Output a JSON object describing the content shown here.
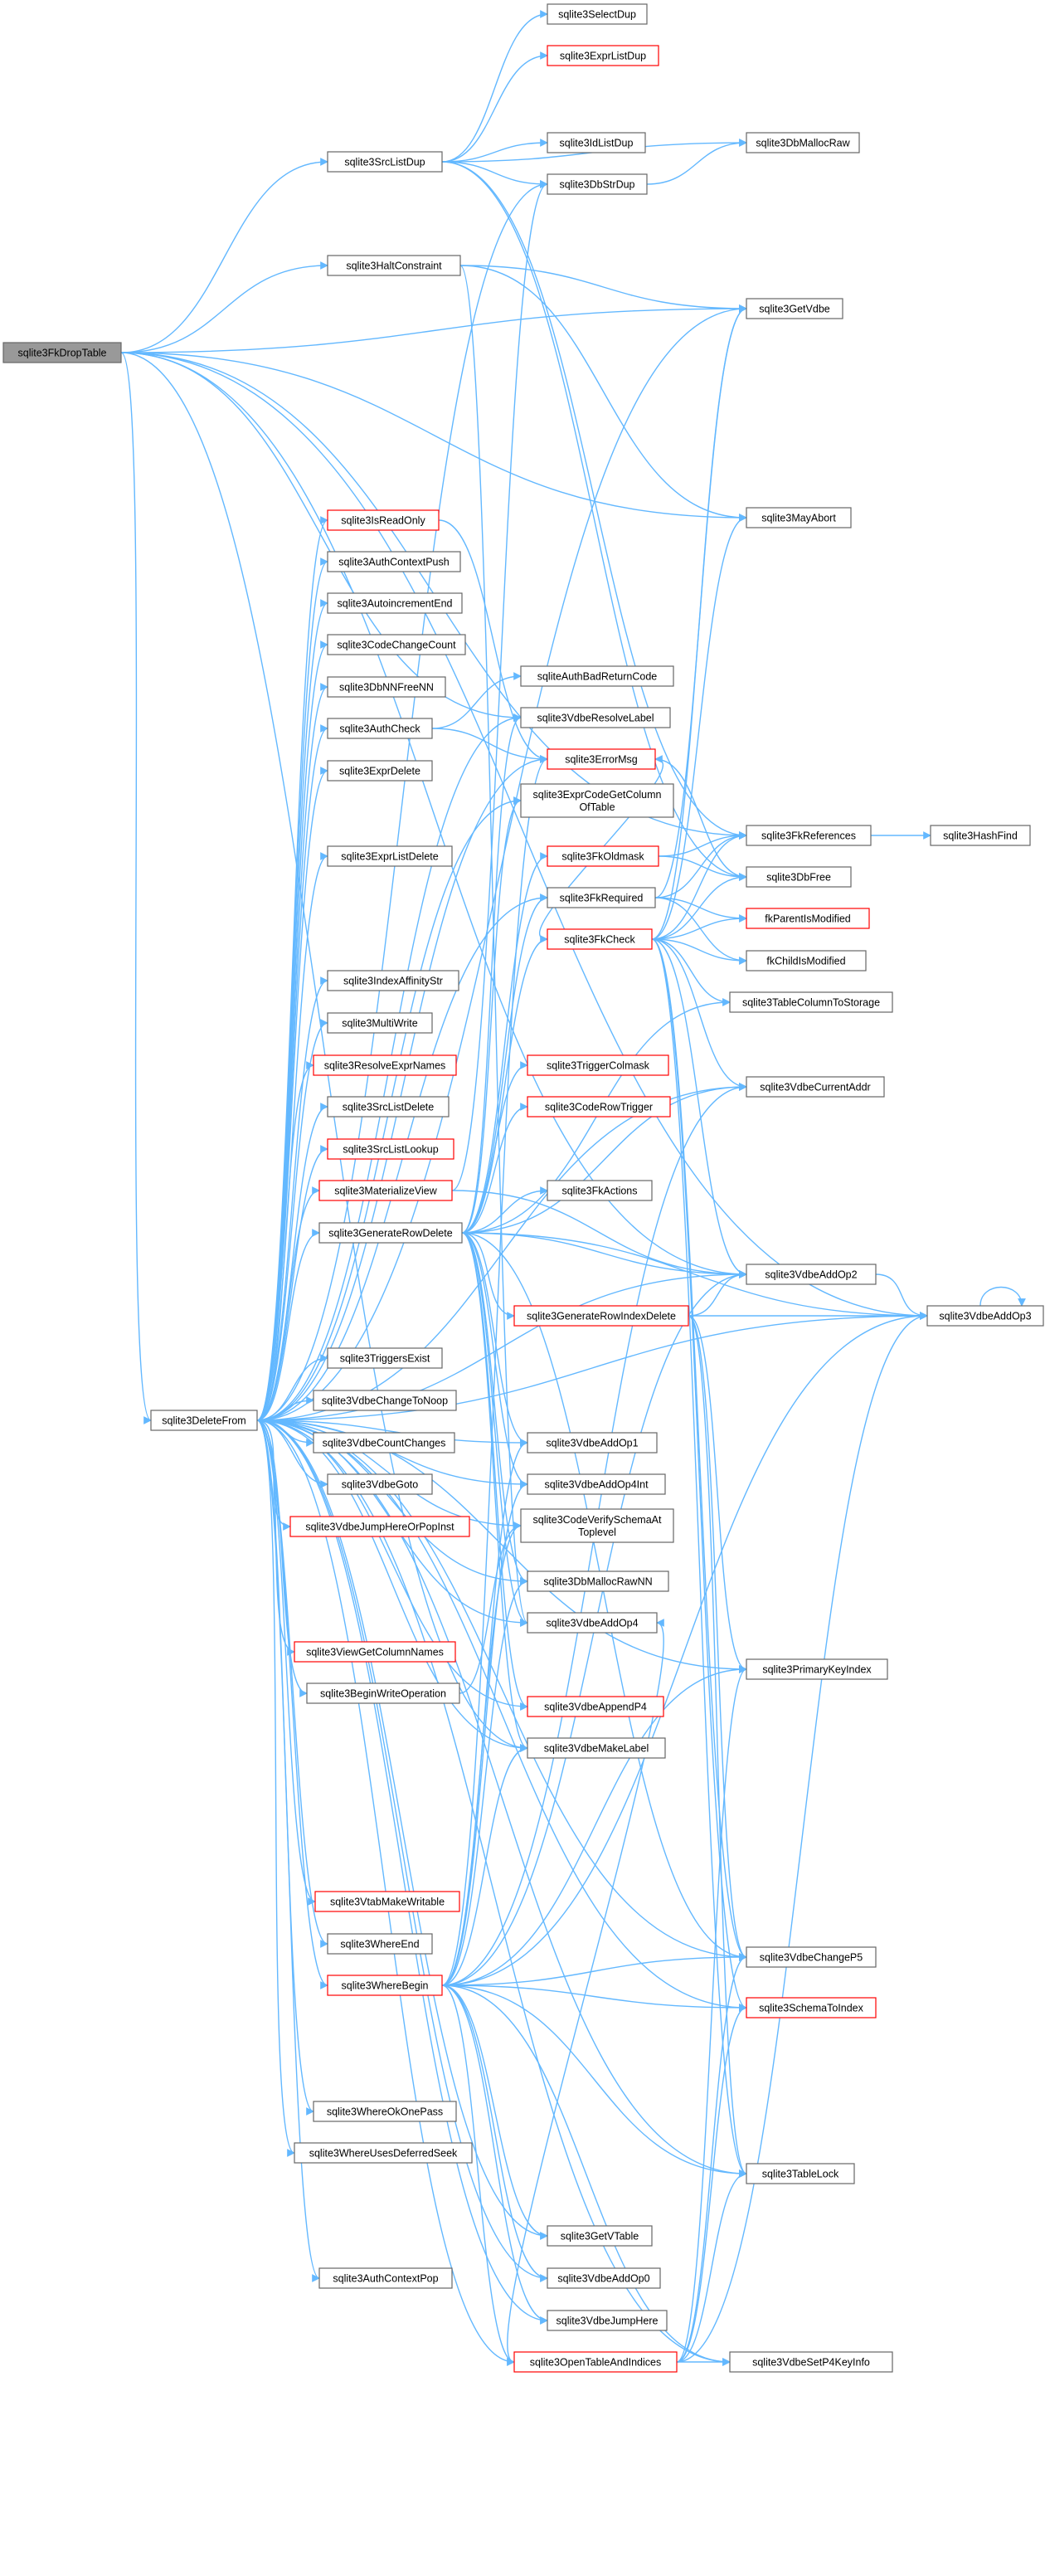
{
  "colors": {
    "edge": "#63b8ff",
    "border": "#666666",
    "highlight_border": "#ff0000",
    "root_fill": "#999999"
  },
  "nodes": [
    {
      "id": "root",
      "label": "sqlite3FkDropTable",
      "lines": [
        "sqlite3FkDropTable"
      ],
      "root": true
    },
    {
      "id": "srclistdup",
      "label": "sqlite3SrcListDup",
      "lines": [
        "sqlite3SrcListDup"
      ]
    },
    {
      "id": "haltconstraint",
      "label": "sqlite3HaltConstraint",
      "lines": [
        "sqlite3HaltConstraint"
      ]
    },
    {
      "id": "deletefrom",
      "label": "sqlite3DeleteFrom",
      "lines": [
        "sqlite3DeleteFrom"
      ]
    },
    {
      "id": "selectdup",
      "label": "sqlite3SelectDup",
      "lines": [
        "sqlite3SelectDup"
      ]
    },
    {
      "id": "exprlistdup",
      "label": "sqlite3ExprListDup",
      "lines": [
        "sqlite3ExprListDup"
      ],
      "red": true
    },
    {
      "id": "idlistdup",
      "label": "sqlite3IdListDup",
      "lines": [
        "sqlite3IdListDup"
      ]
    },
    {
      "id": "dbstrdup",
      "label": "sqlite3DbStrDup",
      "lines": [
        "sqlite3DbStrDup"
      ]
    },
    {
      "id": "dbmallocraw",
      "label": "sqlite3DbMallocRaw",
      "lines": [
        "sqlite3DbMallocRaw"
      ]
    },
    {
      "id": "getvdbe",
      "label": "sqlite3GetVdbe",
      "lines": [
        "sqlite3GetVdbe"
      ]
    },
    {
      "id": "mayabort",
      "label": "sqlite3MayAbort",
      "lines": [
        "sqlite3MayAbort"
      ]
    },
    {
      "id": "isreadonly",
      "label": "sqlite3IsReadOnly",
      "lines": [
        "sqlite3IsReadOnly"
      ],
      "red": true
    },
    {
      "id": "authcontextpush",
      "label": "sqlite3AuthContextPush",
      "lines": [
        "sqlite3AuthContextPush"
      ]
    },
    {
      "id": "autoincend",
      "label": "sqlite3AutoincrementEnd",
      "lines": [
        "sqlite3AutoincrementEnd"
      ]
    },
    {
      "id": "codechangecount",
      "label": "sqlite3CodeChangeCount",
      "lines": [
        "sqlite3CodeChangeCount"
      ]
    },
    {
      "id": "dbnnfreenn",
      "label": "sqlite3DbNNFreeNN",
      "lines": [
        "sqlite3DbNNFreeNN"
      ]
    },
    {
      "id": "authcheck",
      "label": "sqlite3AuthCheck",
      "lines": [
        "sqlite3AuthCheck"
      ]
    },
    {
      "id": "exprdelete",
      "label": "sqlite3ExprDelete",
      "lines": [
        "sqlite3ExprDelete"
      ]
    },
    {
      "id": "exprlistdelete",
      "label": "sqlite3ExprListDelete",
      "lines": [
        "sqlite3ExprListDelete"
      ]
    },
    {
      "id": "indexaffinitystr",
      "label": "sqlite3IndexAffinityStr",
      "lines": [
        "sqlite3IndexAffinityStr"
      ]
    },
    {
      "id": "multiwrite",
      "label": "sqlite3MultiWrite",
      "lines": [
        "sqlite3MultiWrite"
      ]
    },
    {
      "id": "resolveexprnames",
      "label": "sqlite3ResolveExprNames",
      "lines": [
        "sqlite3ResolveExprNames"
      ],
      "red": true
    },
    {
      "id": "srclistdelete",
      "label": "sqlite3SrcListDelete",
      "lines": [
        "sqlite3SrcListDelete"
      ]
    },
    {
      "id": "srclistlookup",
      "label": "sqlite3SrcListLookup",
      "lines": [
        "sqlite3SrcListLookup"
      ],
      "red": true
    },
    {
      "id": "materializeview",
      "label": "sqlite3MaterializeView",
      "lines": [
        "sqlite3MaterializeView"
      ],
      "red": true
    },
    {
      "id": "generaterowdelete",
      "label": "sqlite3GenerateRowDelete",
      "lines": [
        "sqlite3GenerateRowDelete"
      ]
    },
    {
      "id": "triggersexist",
      "label": "sqlite3TriggersExist",
      "lines": [
        "sqlite3TriggersExist"
      ]
    },
    {
      "id": "vdbechangetonoop",
      "label": "sqlite3VdbeChangeToNoop",
      "lines": [
        "sqlite3VdbeChangeToNoop"
      ]
    },
    {
      "id": "vdbecountchanges",
      "label": "sqlite3VdbeCountChanges",
      "lines": [
        "sqlite3VdbeCountChanges"
      ]
    },
    {
      "id": "vdbegoto",
      "label": "sqlite3VdbeGoto",
      "lines": [
        "sqlite3VdbeGoto"
      ]
    },
    {
      "id": "vdbejumphereorpopinst",
      "label": "sqlite3VdbeJumpHereOrPopInst",
      "lines": [
        "sqlite3VdbeJumpHereOrPopInst"
      ],
      "red": true
    },
    {
      "id": "viewgetcolumnnames",
      "label": "sqlite3ViewGetColumnNames",
      "lines": [
        "sqlite3ViewGetColumnNames"
      ],
      "red": true
    },
    {
      "id": "beginwriteoperation",
      "label": "sqlite3BeginWriteOperation",
      "lines": [
        "sqlite3BeginWriteOperation"
      ]
    },
    {
      "id": "vtabmakewritable",
      "label": "sqlite3VtabMakeWritable",
      "lines": [
        "sqlite3VtabMakeWritable"
      ],
      "red": true
    },
    {
      "id": "whereend",
      "label": "sqlite3WhereEnd",
      "lines": [
        "sqlite3WhereEnd"
      ]
    },
    {
      "id": "wherebegin",
      "label": "sqlite3WhereBegin",
      "lines": [
        "sqlite3WhereBegin"
      ],
      "red": true
    },
    {
      "id": "whereokonepass",
      "label": "sqlite3WhereOkOnePass",
      "lines": [
        "sqlite3WhereOkOnePass"
      ]
    },
    {
      "id": "whereusesdeferredseek",
      "label": "sqlite3WhereUsesDeferredSeek",
      "lines": [
        "sqlite3WhereUsesDeferredSeek"
      ]
    },
    {
      "id": "authcontextpop",
      "label": "sqlite3AuthContextPop",
      "lines": [
        "sqlite3AuthContextPop"
      ]
    },
    {
      "id": "authbadreturncode",
      "label": "sqliteAuthBadReturnCode",
      "lines": [
        "sqliteAuthBadReturnCode"
      ]
    },
    {
      "id": "vdberesolvelabel",
      "label": "sqlite3VdbeResolveLabel",
      "lines": [
        "sqlite3VdbeResolveLabel"
      ]
    },
    {
      "id": "errormsg",
      "label": "sqlite3ErrorMsg",
      "lines": [
        "sqlite3ErrorMsg"
      ],
      "red": true
    },
    {
      "id": "exprcodegetcolumnoftable",
      "label": "sqlite3ExprCodeGetColumnOfTable",
      "lines": [
        "sqlite3ExprCodeGetColumn",
        "OfTable"
      ]
    },
    {
      "id": "fkoldmask",
      "label": "sqlite3FkOldmask",
      "lines": [
        "sqlite3FkOldmask"
      ],
      "red": true
    },
    {
      "id": "fkrequired",
      "label": "sqlite3FkRequired",
      "lines": [
        "sqlite3FkRequired"
      ]
    },
    {
      "id": "fkcheck",
      "label": "sqlite3FkCheck",
      "lines": [
        "sqlite3FkCheck"
      ],
      "red": true
    },
    {
      "id": "triggercolmask",
      "label": "sqlite3TriggerColmask",
      "lines": [
        "sqlite3TriggerColmask"
      ],
      "red": true
    },
    {
      "id": "coderowtrigger",
      "label": "sqlite3CodeRowTrigger",
      "lines": [
        "sqlite3CodeRowTrigger"
      ],
      "red": true
    },
    {
      "id": "fkactions",
      "label": "sqlite3FkActions",
      "lines": [
        "sqlite3FkActions"
      ]
    },
    {
      "id": "generaterowindexdelete",
      "label": "sqlite3GenerateRowIndexDelete",
      "lines": [
        "sqlite3GenerateRowIndexDelete"
      ],
      "red": true
    },
    {
      "id": "vdbeaddop1",
      "label": "sqlite3VdbeAddOp1",
      "lines": [
        "sqlite3VdbeAddOp1"
      ]
    },
    {
      "id": "vdbeaddop4int",
      "label": "sqlite3VdbeAddOp4Int",
      "lines": [
        "sqlite3VdbeAddOp4Int"
      ]
    },
    {
      "id": "codeverifyschemaattoplevel",
      "label": "sqlite3CodeVerifySchemaAtToplevel",
      "lines": [
        "sqlite3CodeVerifySchemaAt",
        "Toplevel"
      ]
    },
    {
      "id": "dbmallocrawnn",
      "label": "sqlite3DbMallocRawNN",
      "lines": [
        "sqlite3DbMallocRawNN"
      ]
    },
    {
      "id": "vdbeaddop4",
      "label": "sqlite3VdbeAddOp4",
      "lines": [
        "sqlite3VdbeAddOp4"
      ]
    },
    {
      "id": "vdbeappendp4",
      "label": "sqlite3VdbeAppendP4",
      "lines": [
        "sqlite3VdbeAppendP4"
      ],
      "red": true
    },
    {
      "id": "vdbemakelabel",
      "label": "sqlite3VdbeMakeLabel",
      "lines": [
        "sqlite3VdbeMakeLabel"
      ]
    },
    {
      "id": "gettable",
      "label": "sqlite3GetVTable",
      "lines": [
        "sqlite3GetVTable"
      ]
    },
    {
      "id": "vdbeaddop0",
      "label": "sqlite3VdbeAddOp0",
      "lines": [
        "sqlite3VdbeAddOp0"
      ]
    },
    {
      "id": "vdbejumphere",
      "label": "sqlite3VdbeJumpHere",
      "lines": [
        "sqlite3VdbeJumpHere"
      ]
    },
    {
      "id": "opentableandindices",
      "label": "sqlite3OpenTableAndIndices",
      "lines": [
        "sqlite3OpenTableAndIndices"
      ],
      "red": true
    },
    {
      "id": "fkreferences",
      "label": "sqlite3FkReferences",
      "lines": [
        "sqlite3FkReferences"
      ]
    },
    {
      "id": "dbfree",
      "label": "sqlite3DbFree",
      "lines": [
        "sqlite3DbFree"
      ]
    },
    {
      "id": "fkparentismodified",
      "label": "fkParentIsModified",
      "lines": [
        "fkParentIsModified"
      ],
      "red": true
    },
    {
      "id": "fkchildismodified",
      "label": "fkChildIsModified",
      "lines": [
        "fkChildIsModified"
      ]
    },
    {
      "id": "tablecolumntostorage",
      "label": "sqlite3TableColumnToStorage",
      "lines": [
        "sqlite3TableColumnToStorage"
      ]
    },
    {
      "id": "vdbecurrentaddr",
      "label": "sqlite3VdbeCurrentAddr",
      "lines": [
        "sqlite3VdbeCurrentAddr"
      ]
    },
    {
      "id": "vdbeaddop2",
      "label": "sqlite3VdbeAddOp2",
      "lines": [
        "sqlite3VdbeAddOp2"
      ]
    },
    {
      "id": "primarykeyindex",
      "label": "sqlite3PrimaryKeyIndex",
      "lines": [
        "sqlite3PrimaryKeyIndex"
      ]
    },
    {
      "id": "vdbechangep5",
      "label": "sqlite3VdbeChangeP5",
      "lines": [
        "sqlite3VdbeChangeP5"
      ]
    },
    {
      "id": "schematoindex",
      "label": "sqlite3SchemaToIndex",
      "lines": [
        "sqlite3SchemaToIndex"
      ],
      "red": true
    },
    {
      "id": "tablelock",
      "label": "sqlite3TableLock",
      "lines": [
        "sqlite3TableLock"
      ]
    },
    {
      "id": "vdbesetp4keyinfo",
      "label": "sqlite3VdbeSetP4KeyInfo",
      "lines": [
        "sqlite3VdbeSetP4KeyInfo"
      ]
    },
    {
      "id": "hashfind",
      "label": "sqlite3HashFind",
      "lines": [
        "sqlite3HashFind"
      ]
    },
    {
      "id": "vdbeaddop3",
      "label": "sqlite3VdbeAddOp3",
      "lines": [
        "sqlite3VdbeAddOp3"
      ]
    }
  ],
  "edges": [
    [
      "root",
      "srclistdup"
    ],
    [
      "root",
      "haltconstraint"
    ],
    [
      "root",
      "deletefrom"
    ],
    [
      "root",
      "getvdbe"
    ],
    [
      "root",
      "mayabort"
    ],
    [
      "root",
      "fkreferences"
    ],
    [
      "root",
      "vdbeaddop2"
    ],
    [
      "root",
      "vdbeaddop3"
    ],
    [
      "root",
      "vdberesolvelabel"
    ],
    [
      "root",
      "vdbemakelabel"
    ],
    [
      "srclistdup",
      "selectdup"
    ],
    [
      "srclistdup",
      "exprlistdup"
    ],
    [
      "srclistdup",
      "idlistdup"
    ],
    [
      "srclistdup",
      "dbstrdup"
    ],
    [
      "srclistdup",
      "dbmallocraw"
    ],
    [
      "srclistdup",
      "fkreferences"
    ],
    [
      "srclistdup",
      "dbfree"
    ],
    [
      "dbstrdup",
      "dbmallocraw"
    ],
    [
      "haltconstraint",
      "getvdbe"
    ],
    [
      "haltconstraint",
      "mayabort"
    ],
    [
      "haltconstraint",
      "vdbeaddop4"
    ],
    [
      "deletefrom",
      "isreadonly"
    ],
    [
      "deletefrom",
      "authcontextpush"
    ],
    [
      "deletefrom",
      "autoincend"
    ],
    [
      "deletefrom",
      "codechangecount"
    ],
    [
      "deletefrom",
      "dbnnfreenn"
    ],
    [
      "deletefrom",
      "authcheck"
    ],
    [
      "deletefrom",
      "exprdelete"
    ],
    [
      "deletefrom",
      "exprlistdelete"
    ],
    [
      "deletefrom",
      "indexaffinitystr"
    ],
    [
      "deletefrom",
      "multiwrite"
    ],
    [
      "deletefrom",
      "resolveexprnames"
    ],
    [
      "deletefrom",
      "srclistdelete"
    ],
    [
      "deletefrom",
      "srclistlookup"
    ],
    [
      "deletefrom",
      "materializeview"
    ],
    [
      "deletefrom",
      "generaterowdelete"
    ],
    [
      "deletefrom",
      "triggersexist"
    ],
    [
      "deletefrom",
      "vdbechangetonoop"
    ],
    [
      "deletefrom",
      "vdbecountchanges"
    ],
    [
      "deletefrom",
      "vdbegoto"
    ],
    [
      "deletefrom",
      "vdbejumphereorpopinst"
    ],
    [
      "deletefrom",
      "viewgetcolumnnames"
    ],
    [
      "deletefrom",
      "beginwriteoperation"
    ],
    [
      "deletefrom",
      "vtabmakewritable"
    ],
    [
      "deletefrom",
      "whereend"
    ],
    [
      "deletefrom",
      "wherebegin"
    ],
    [
      "deletefrom",
      "whereokonepass"
    ],
    [
      "deletefrom",
      "whereusesdeferredseek"
    ],
    [
      "deletefrom",
      "authcontextpop"
    ],
    [
      "deletefrom",
      "getvdbe"
    ],
    [
      "deletefrom",
      "dbstrdup"
    ],
    [
      "deletefrom",
      "errormsg"
    ],
    [
      "deletefrom",
      "exprcodegetcolumnoftable"
    ],
    [
      "deletefrom",
      "fkrequired"
    ],
    [
      "deletefrom",
      "vdbeaddop1"
    ],
    [
      "deletefrom",
      "vdbeaddop4int"
    ],
    [
      "deletefrom",
      "codeverifyschemaattoplevel"
    ],
    [
      "deletefrom",
      "dbmallocrawnn"
    ],
    [
      "deletefrom",
      "vdbeaddop4"
    ],
    [
      "deletefrom",
      "vdbeappendp4"
    ],
    [
      "deletefrom",
      "vdbemakelabel"
    ],
    [
      "deletefrom",
      "vdberesolvelabel"
    ],
    [
      "deletefrom",
      "gettable"
    ],
    [
      "deletefrom",
      "vdbeaddop0"
    ],
    [
      "deletefrom",
      "vdbejumphere"
    ],
    [
      "deletefrom",
      "opentableandindices"
    ],
    [
      "deletefrom",
      "vdbeaddop2"
    ],
    [
      "deletefrom",
      "vdbeaddop3"
    ],
    [
      "deletefrom",
      "vdbechangep5"
    ],
    [
      "deletefrom",
      "primarykeyindex"
    ],
    [
      "deletefrom",
      "schematoindex"
    ],
    [
      "deletefrom",
      "tablelock"
    ],
    [
      "deletefrom",
      "vdbesetp4keyinfo"
    ],
    [
      "deletefrom",
      "vdbecurrentaddr"
    ],
    [
      "isreadonly",
      "errormsg"
    ],
    [
      "authcheck",
      "authbadreturncode"
    ],
    [
      "authcheck",
      "errormsg"
    ],
    [
      "materializeview",
      "dbstrdup"
    ],
    [
      "materializeview",
      "vdbeaddop2"
    ],
    [
      "generaterowdelete",
      "vdbecurrentaddr"
    ],
    [
      "generaterowdelete",
      "exprcodegetcolumnoftable"
    ],
    [
      "generaterowdelete",
      "fkoldmask"
    ],
    [
      "generaterowdelete",
      "fkrequired"
    ],
    [
      "generaterowdelete",
      "fkcheck"
    ],
    [
      "generaterowdelete",
      "triggercolmask"
    ],
    [
      "generaterowdelete",
      "coderowtrigger"
    ],
    [
      "generaterowdelete",
      "fkactions"
    ],
    [
      "generaterowdelete",
      "generaterowindexdelete"
    ],
    [
      "generaterowdelete",
      "vdbeaddop1"
    ],
    [
      "generaterowdelete",
      "vdbeaddop2"
    ],
    [
      "generaterowdelete",
      "vdbeaddop3"
    ],
    [
      "generaterowdelete",
      "vdbeaddop4int"
    ],
    [
      "generaterowdelete",
      "vdbeappendp4"
    ],
    [
      "generaterowdelete",
      "vdbechangep5"
    ],
    [
      "generaterowdelete",
      "vdbemakelabel"
    ],
    [
      "generaterowdelete",
      "vdberesolvelabel"
    ],
    [
      "generaterowdelete",
      "tablecolumntostorage"
    ],
    [
      "generaterowdelete",
      "dbmallocrawnn"
    ],
    [
      "generaterowdelete",
      "vdbeaddop4"
    ],
    [
      "fkoldmask",
      "fkreferences"
    ],
    [
      "fkoldmask",
      "dbfree"
    ],
    [
      "fkrequired",
      "fkreferences"
    ],
    [
      "fkrequired",
      "fkparentismodified"
    ],
    [
      "fkrequired",
      "fkchildismodified"
    ],
    [
      "fkrequired",
      "getvdbe"
    ],
    [
      "fkcheck",
      "dbfree"
    ],
    [
      "fkcheck",
      "fkparentismodified"
    ],
    [
      "fkcheck",
      "fkchildismodified"
    ],
    [
      "fkcheck",
      "tablecolumntostorage"
    ],
    [
      "fkcheck",
      "vdbecurrentaddr"
    ],
    [
      "fkcheck",
      "vdbeaddop2"
    ],
    [
      "fkcheck",
      "mayabort"
    ],
    [
      "fkcheck",
      "getvdbe"
    ],
    [
      "fkcheck",
      "fkreferences"
    ],
    [
      "fkcheck",
      "schematoindex"
    ],
    [
      "fkcheck",
      "tablelock"
    ],
    [
      "fkcheck",
      "errormsg"
    ],
    [
      "fkcheck",
      "vdbechangep5"
    ],
    [
      "errormsg",
      "dbfree"
    ],
    [
      "generaterowindexdelete",
      "vdbeaddop3"
    ],
    [
      "generaterowindexdelete",
      "primarykeyindex"
    ],
    [
      "generaterowindexdelete",
      "vdbechangep5"
    ],
    [
      "generaterowindexdelete",
      "vdbeaddop2"
    ],
    [
      "generaterowindexdelete",
      "tablelock"
    ],
    [
      "wherebegin",
      "vdbechangep5"
    ],
    [
      "wherebegin",
      "schematoindex"
    ],
    [
      "wherebegin",
      "tablelock"
    ],
    [
      "wherebegin",
      "vdbesetp4keyinfo"
    ],
    [
      "wherebegin",
      "vdbeaddop2"
    ],
    [
      "wherebegin",
      "vdbeaddop3"
    ],
    [
      "wherebegin",
      "vdbemakelabel"
    ],
    [
      "wherebegin",
      "vdbeaddop1"
    ],
    [
      "wherebegin",
      "vdbeaddop4int"
    ],
    [
      "wherebegin",
      "gettable"
    ],
    [
      "wherebegin",
      "vdbeaddop0"
    ],
    [
      "wherebegin",
      "vdbejumphere"
    ],
    [
      "wherebegin",
      "errormsg"
    ],
    [
      "wherebegin",
      "dbmallocrawnn"
    ],
    [
      "wherebegin",
      "codeverifyschemaattoplevel"
    ],
    [
      "wherebegin",
      "primarykeyindex"
    ],
    [
      "wherebegin",
      "vdbecurrentaddr"
    ],
    [
      "wherebegin",
      "opentableandindices"
    ],
    [
      "opentableandindices",
      "primarykeyindex"
    ],
    [
      "opentableandindices",
      "schematoindex"
    ],
    [
      "opentableandindices",
      "tablelock"
    ],
    [
      "opentableandindices",
      "vdbesetp4keyinfo"
    ],
    [
      "opentableandindices",
      "vdbechangep5"
    ],
    [
      "opentableandindices",
      "vdbeaddop3"
    ],
    [
      "opentableandindices",
      "vdbeaddop4"
    ],
    [
      "beginwriteoperation",
      "codeverifyschemaattoplevel"
    ],
    [
      "fkreferences",
      "hashfind"
    ],
    [
      "vdbeaddop2",
      "vdbeaddop3"
    ],
    [
      "vdbeaddop3",
      "vdbeaddop3"
    ]
  ]
}
